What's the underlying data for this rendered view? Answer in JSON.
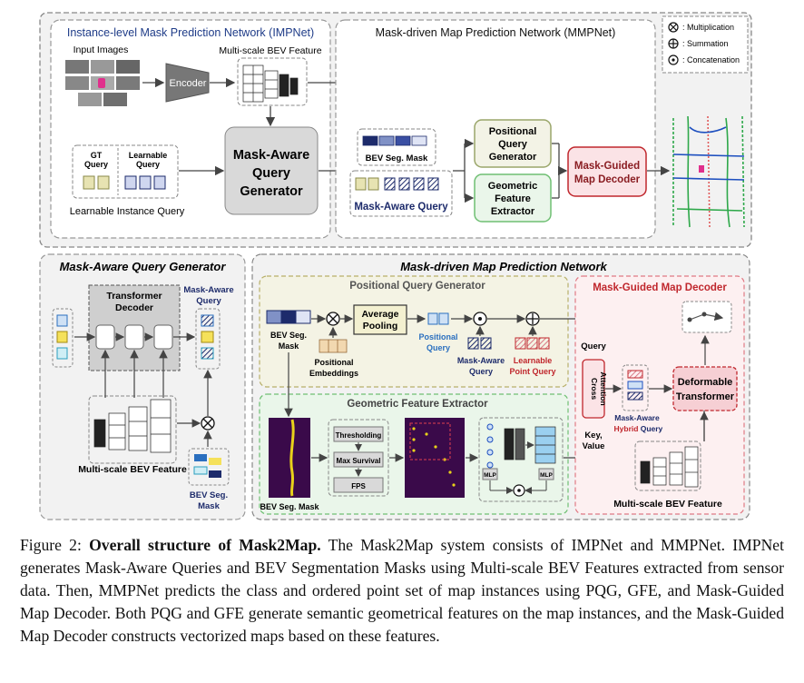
{
  "legend": {
    "multiplication": ": Multiplication",
    "summation": ": Summation",
    "concatenation": ": Concatenation"
  },
  "impnet": {
    "title": "Instance-level Mask Prediction Network (IMPNet)",
    "input_images": "Input Images",
    "encoder": "Encoder",
    "multiscale_bev": "Multi-scale BEV Feature",
    "mask_aware_query_generator": [
      "Mask-Aware",
      "Query",
      "Generator"
    ],
    "gt_query": [
      "GT",
      "Query"
    ],
    "learnable_query": [
      "Learnable",
      "Query"
    ],
    "learnable_instance_query": "Learnable Instance Query"
  },
  "mmpnet": {
    "title": "Mask-driven Map Prediction Network (MMPNet)",
    "bev_seg_mask": "BEV Seg. Mask",
    "mask_aware_query": "Mask-Aware Query",
    "positional_query_generator": [
      "Positional",
      "Query",
      "Generator"
    ],
    "geometric_feature_extractor": [
      "Geometric",
      "Feature",
      "Extractor"
    ],
    "mask_guided_map_decoder": [
      "Mask-Guided",
      "Map Decoder"
    ]
  },
  "maqg_detail": {
    "title": "Mask-Aware Query Generator",
    "transformer_decoder": [
      "Transformer",
      "Decoder"
    ],
    "mask_aware_query": [
      "Mask-Aware",
      "Query"
    ],
    "multiscale_bev": "Multi-scale BEV Feature",
    "bev_seg_mask": [
      "BEV Seg.",
      "Mask"
    ]
  },
  "mmpn_detail": {
    "title": "Mask-driven Map Prediction Network",
    "pqg": {
      "title": "Positional Query Generator",
      "bev_seg_mask": [
        "BEV Seg.",
        "Mask"
      ],
      "positional_embeddings": [
        "Positional",
        "Embeddings"
      ],
      "average_pooling": [
        "Average",
        "Pooling"
      ],
      "positional_query": [
        "Positional",
        "Query"
      ],
      "mask_aware_query": [
        "Mask-Aware",
        "Query"
      ],
      "learnable_point_query": [
        "Learnable",
        "Point Query"
      ]
    },
    "gfe": {
      "title": "Geometric Feature Extractor",
      "bev_seg_mask": "BEV Seg. Mask",
      "thresholding": "Thresholding",
      "max_survival": "Max Survival",
      "fps": "FPS",
      "mlp_left": "MLP",
      "mlp_right": "MLP"
    },
    "decoder": {
      "title": "Mask-Guided Map Decoder",
      "query": "Query",
      "cross_attention": [
        "Cross",
        "Attention"
      ],
      "key_value": [
        "Key,",
        "Value"
      ],
      "hybrid_query": [
        "Mask-Aware",
        "Hybrid",
        "Query"
      ],
      "deformable_transformer": [
        "Deformable",
        "Transformer"
      ],
      "multiscale_bev": "Multi-scale BEV Feature"
    }
  },
  "caption": {
    "figure_label": "Figure 2:",
    "lead": "Overall structure of Mask2Map.",
    "body": "The Mask2Map system consists of IMPNet and MMPNet. IMPNet generates Mask-Aware Queries and BEV Segmentation Masks using Multi-scale BEV Features extracted from sensor data. Then, MMPNet predicts the class and ordered point set of map instances using PQG, GFE, and Mask-Guided Map Decoder. Both PQG and GFE generate semantic geometrical features on the map instances, and the Mask-Guided Map Decoder constructs vectorized maps based on these features."
  },
  "colors": {
    "impnet_title": "#1f3c88",
    "red_accent": "#c0272d",
    "green_box": "#6fbf73",
    "navy_query": "#1d2b6b",
    "bev_purple": "#3a0a4a",
    "bev_yellow": "#e8d21a"
  }
}
